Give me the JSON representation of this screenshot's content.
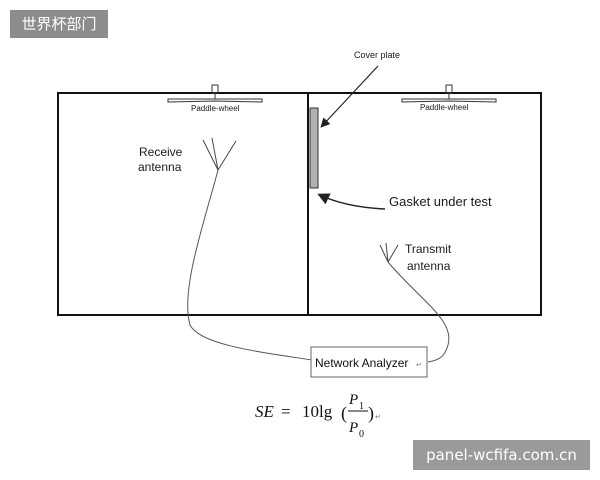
{
  "watermarks": {
    "top_left": "世界杯部门",
    "bottom_right": "panel-wcfifa.com.cn"
  },
  "labels": {
    "cover_plate": "Cover plate",
    "paddle_wheel_left": "Paddle-wheel",
    "paddle_wheel_right": "Paddle-wheel",
    "receive_line1": "Receive",
    "receive_line2": "antenna",
    "gasket": "Gasket under test",
    "transmit_line1": "Transmit",
    "transmit_line2": "antenna",
    "network_analyzer": "Network Analyzer",
    "paragraph_mark": "↵"
  },
  "formula": {
    "lhs": "SE",
    "equals": "=",
    "func": "10lg",
    "numerator": "P",
    "numerator_sub": "1",
    "denominator": "P",
    "denominator_sub": "0",
    "paren_open": "(",
    "paren_close": ")"
  }
}
